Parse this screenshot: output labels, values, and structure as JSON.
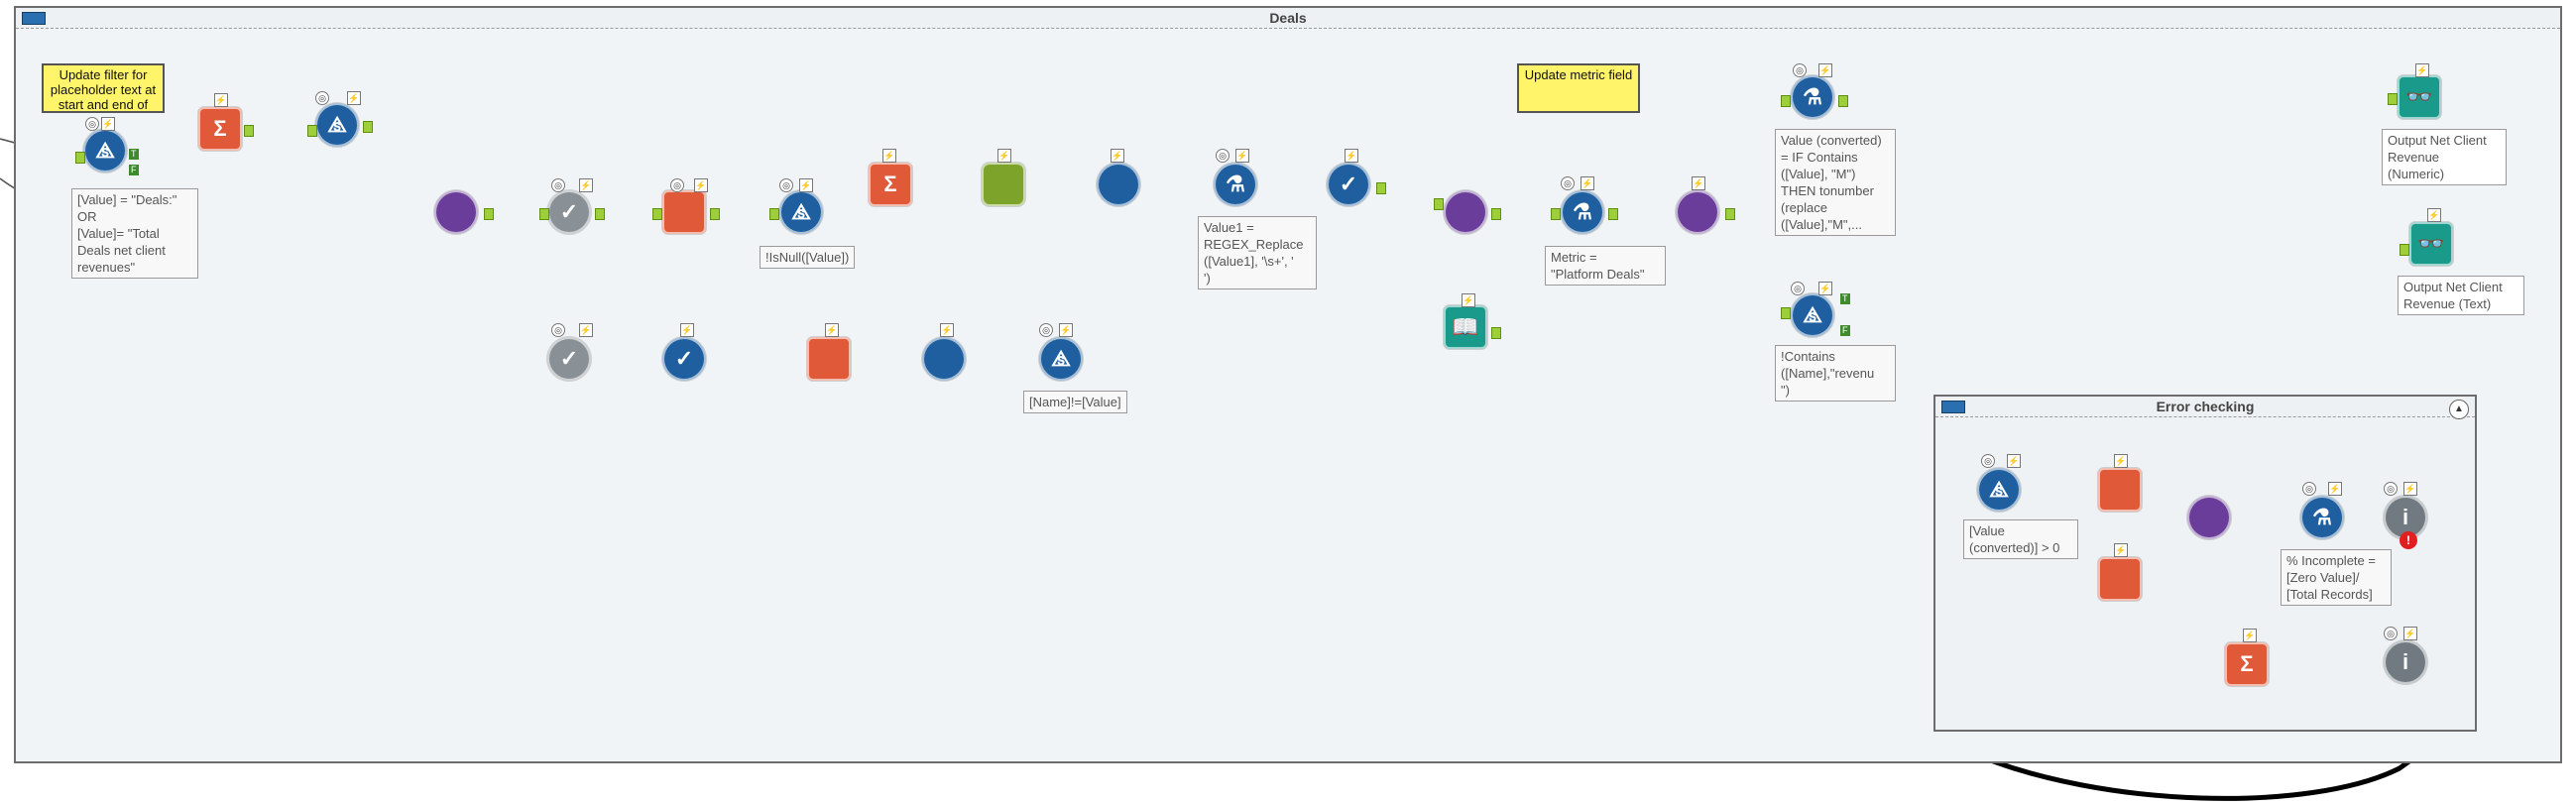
{
  "workflow": {
    "container_title": "Deals",
    "sub_container_title": "Error checking",
    "collapse_glyph": "▲"
  },
  "comments": {
    "filter_note": "Update filter for placeholder text at start and end of",
    "metric_note": "Update metric field"
  },
  "annotations": {
    "first_filter": "[Value] = \"Deals:\"\nOR\n[Value]= \"Total\nDeals net client\nrevenues\"",
    "isnull_filter": "!IsNull([Value])",
    "regex_formula": "Value1 =\nREGEX_Replace\n([Value1], '\\s+', '\n')",
    "name_filter": "[Name]!=[Value]",
    "metric_formula": "Metric =\n\"Platform Deals\"",
    "value_converted": "Value (converted)\n= IF Contains\n([Value], \"M\")\nTHEN tonumber\n(replace\n([Value],\"M\",...",
    "contains_filter": "!Contains\n([Name],\"revenu\n\")",
    "error_filter": "[Value\n(converted)] > 0",
    "pct_incomplete": "% Incomplete =\n[Zero Value]/\n[Total Records]"
  },
  "outputs": {
    "numeric": "Output Net Client\nRevenue\n(Numeric)",
    "text": "Output Net Client\nRevenue (Text)"
  },
  "glyphs": {
    "lightning": "⚡",
    "cache": "◎",
    "true": "T",
    "false": "F",
    "sum": "Σ",
    "check": "✓",
    "flask": "⚗",
    "filter": "⧌",
    "info": "i",
    "binoculars": "👓",
    "book": "📖",
    "error": "!"
  },
  "colors": {
    "container_bg": "#f1f4f6",
    "comment_bg": "#fff46a",
    "tool_blue": "#1f5fa0",
    "tool_purple": "#6a3d9a",
    "tool_orange": "#e05a3a",
    "anchor_green": "#9ecf3a"
  }
}
